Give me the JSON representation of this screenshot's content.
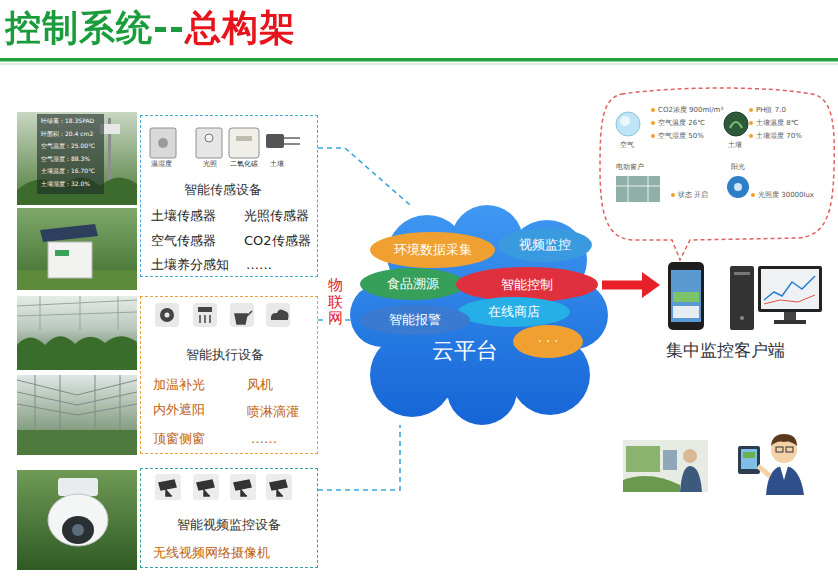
{
  "diagram": {
    "title": "控制系统--总构架",
    "nodes": [
      {
        "text": [
          "智能传感设备",
          "土壤传感器",
          "光照传感器",
          "空气传感器",
          "CO2传感器",
          "土壤养分感知",
          "……"
        ]
      },
      {
        "text": [
          "智能执行设备",
          "加温补光",
          "风机",
          "内外遮阳",
          "喷淋滴灌",
          "顶窗侧窗",
          "……"
        ]
      },
      {
        "text": [
          "智能视频监控设备",
          "无线视频网络摄像机"
        ]
      },
      {
        "text": [
          "云平台"
        ]
      },
      {
        "text": [
          "环境数据采集"
        ],
        "in": 3
      },
      {
        "text": [
          "视频监控"
        ],
        "in": 3
      },
      {
        "text": [
          "食品溯源"
        ],
        "in": 3
      },
      {
        "text": [
          "智能控制"
        ],
        "in": 3
      },
      {
        "text": [
          "在线商店"
        ],
        "in": 3
      },
      {
        "text": [
          "智能报警"
        ],
        "in": 3
      },
      {
        "text": [
          "· · ·"
        ],
        "in": 3
      },
      {
        "text": [
          "CO2浓度 900ml/m³",
          "空气温度 26℃",
          "空气湿度 50%",
          "空气",
          "PH值 7.0",
          "土壤温度 8℃",
          "土壤湿度 70%",
          "土壤",
          "电动窗户",
          "状态 开启",
          "阳光",
          "光照度 30000lux"
        ]
      },
      {
        "text": [
          "集中监控客户端"
        ]
      }
    ],
    "edges": [
      {
        "from": 0,
        "to": 3,
        "arrow": "none"
      },
      {
        "from": 1,
        "to": 3,
        "label": "物联网",
        "arrow": "none"
      },
      {
        "from": 2,
        "to": 3,
        "arrow": "none"
      },
      {
        "from": 3,
        "to": 12,
        "arrow": "to"
      }
    ],
    "labels": [
      "温湿度",
      "光照",
      "二氧化碳",
      "土壤",
      "叶绿素：18.3SPAD",
      "叶面积：20.4 cm2",
      "空气温度：25.00℃",
      "空气湿度：88.3%",
      "土壤温度：16.70℃",
      "土壤湿度：32.0%"
    ]
  }
}
